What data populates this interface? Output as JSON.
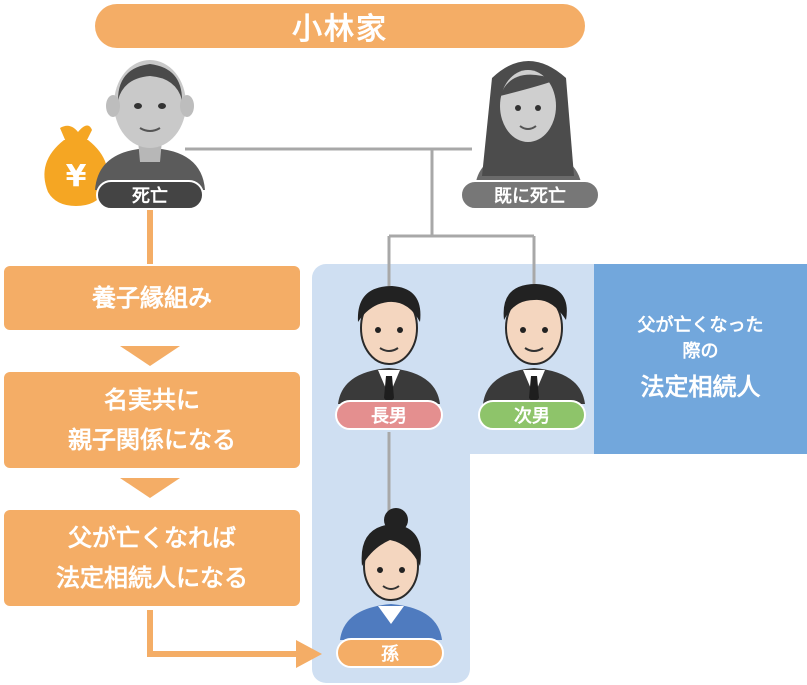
{
  "title": "小林家",
  "father": {
    "status": "死亡"
  },
  "mother": {
    "status": "既に死亡"
  },
  "children": {
    "eldest": "長男",
    "second": "次男"
  },
  "grandchild": "孫",
  "heir_box": {
    "line1": "父が亡くなった",
    "line2": "際の",
    "line3": "法定相続人"
  },
  "steps": {
    "step1": "養子縁組み",
    "step2_line1": "名実共に",
    "step2_line2": "親子関係になる",
    "step3_line1": "父が亡くなれば",
    "step3_line2": "法定相続人になる"
  },
  "money_symbol": "¥",
  "colors": {
    "orange": "#f4ad66",
    "dark_pill": "#444444",
    "gray_pill": "#777777",
    "pink_pill": "#e48f8f",
    "green_pill": "#8ec46a",
    "blue_box": "#72a7dc",
    "blue_area": "#cfdff2",
    "money_bag": "#f5a623"
  }
}
